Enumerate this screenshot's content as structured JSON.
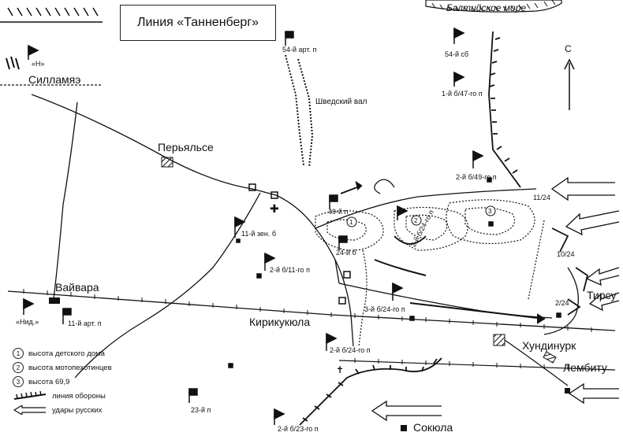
{
  "title": "Линия «Танненберг»",
  "north": "С",
  "places": {
    "sillamae": "Силламяэ",
    "perjalse": "Перьяльсе",
    "vaivara": "Вайвара",
    "kirikukula": "Кирикукюла",
    "hundinurk": "Хундинурк",
    "lembitu": "Лембиту",
    "sokula": "Сокюла",
    "tirsu": "Тирсу",
    "baltic": "Балтийское море",
    "swedish_wall": "Шведский вал"
  },
  "units": {
    "u54art": "54-й арт. п",
    "u54sb": "54-й сб",
    "u1_47": "1-й б/47-го п",
    "u2_49": "2-й б/49-го п",
    "u1124": "11/24",
    "u1024": "10/24",
    "u224": "2/24",
    "u49": "49-й п",
    "u24b": "24-й б",
    "u2_24p": "2-й б/24-го п",
    "u11zen": "11-й зен. б",
    "u2_11": "2-й б/11-го п",
    "u3_24": "3-й б/24-го п",
    "u2_24b": "2-й б/24-го п",
    "u11art": "11-й арт. п",
    "u23": "23-й п",
    "u2_23": "2-й б/23-го п",
    "h": "«Н»",
    "nid": "«Нид.»"
  },
  "hill_numbers": [
    "1",
    "2",
    "3"
  ],
  "legend": {
    "h1": "высота детского дома",
    "h2": "высота мотопехотинцев",
    "h3": "высота 69,9",
    "defense": "линия обороны",
    "attacks": "удары русских"
  },
  "legend_nums": [
    "1",
    "2",
    "3"
  ]
}
